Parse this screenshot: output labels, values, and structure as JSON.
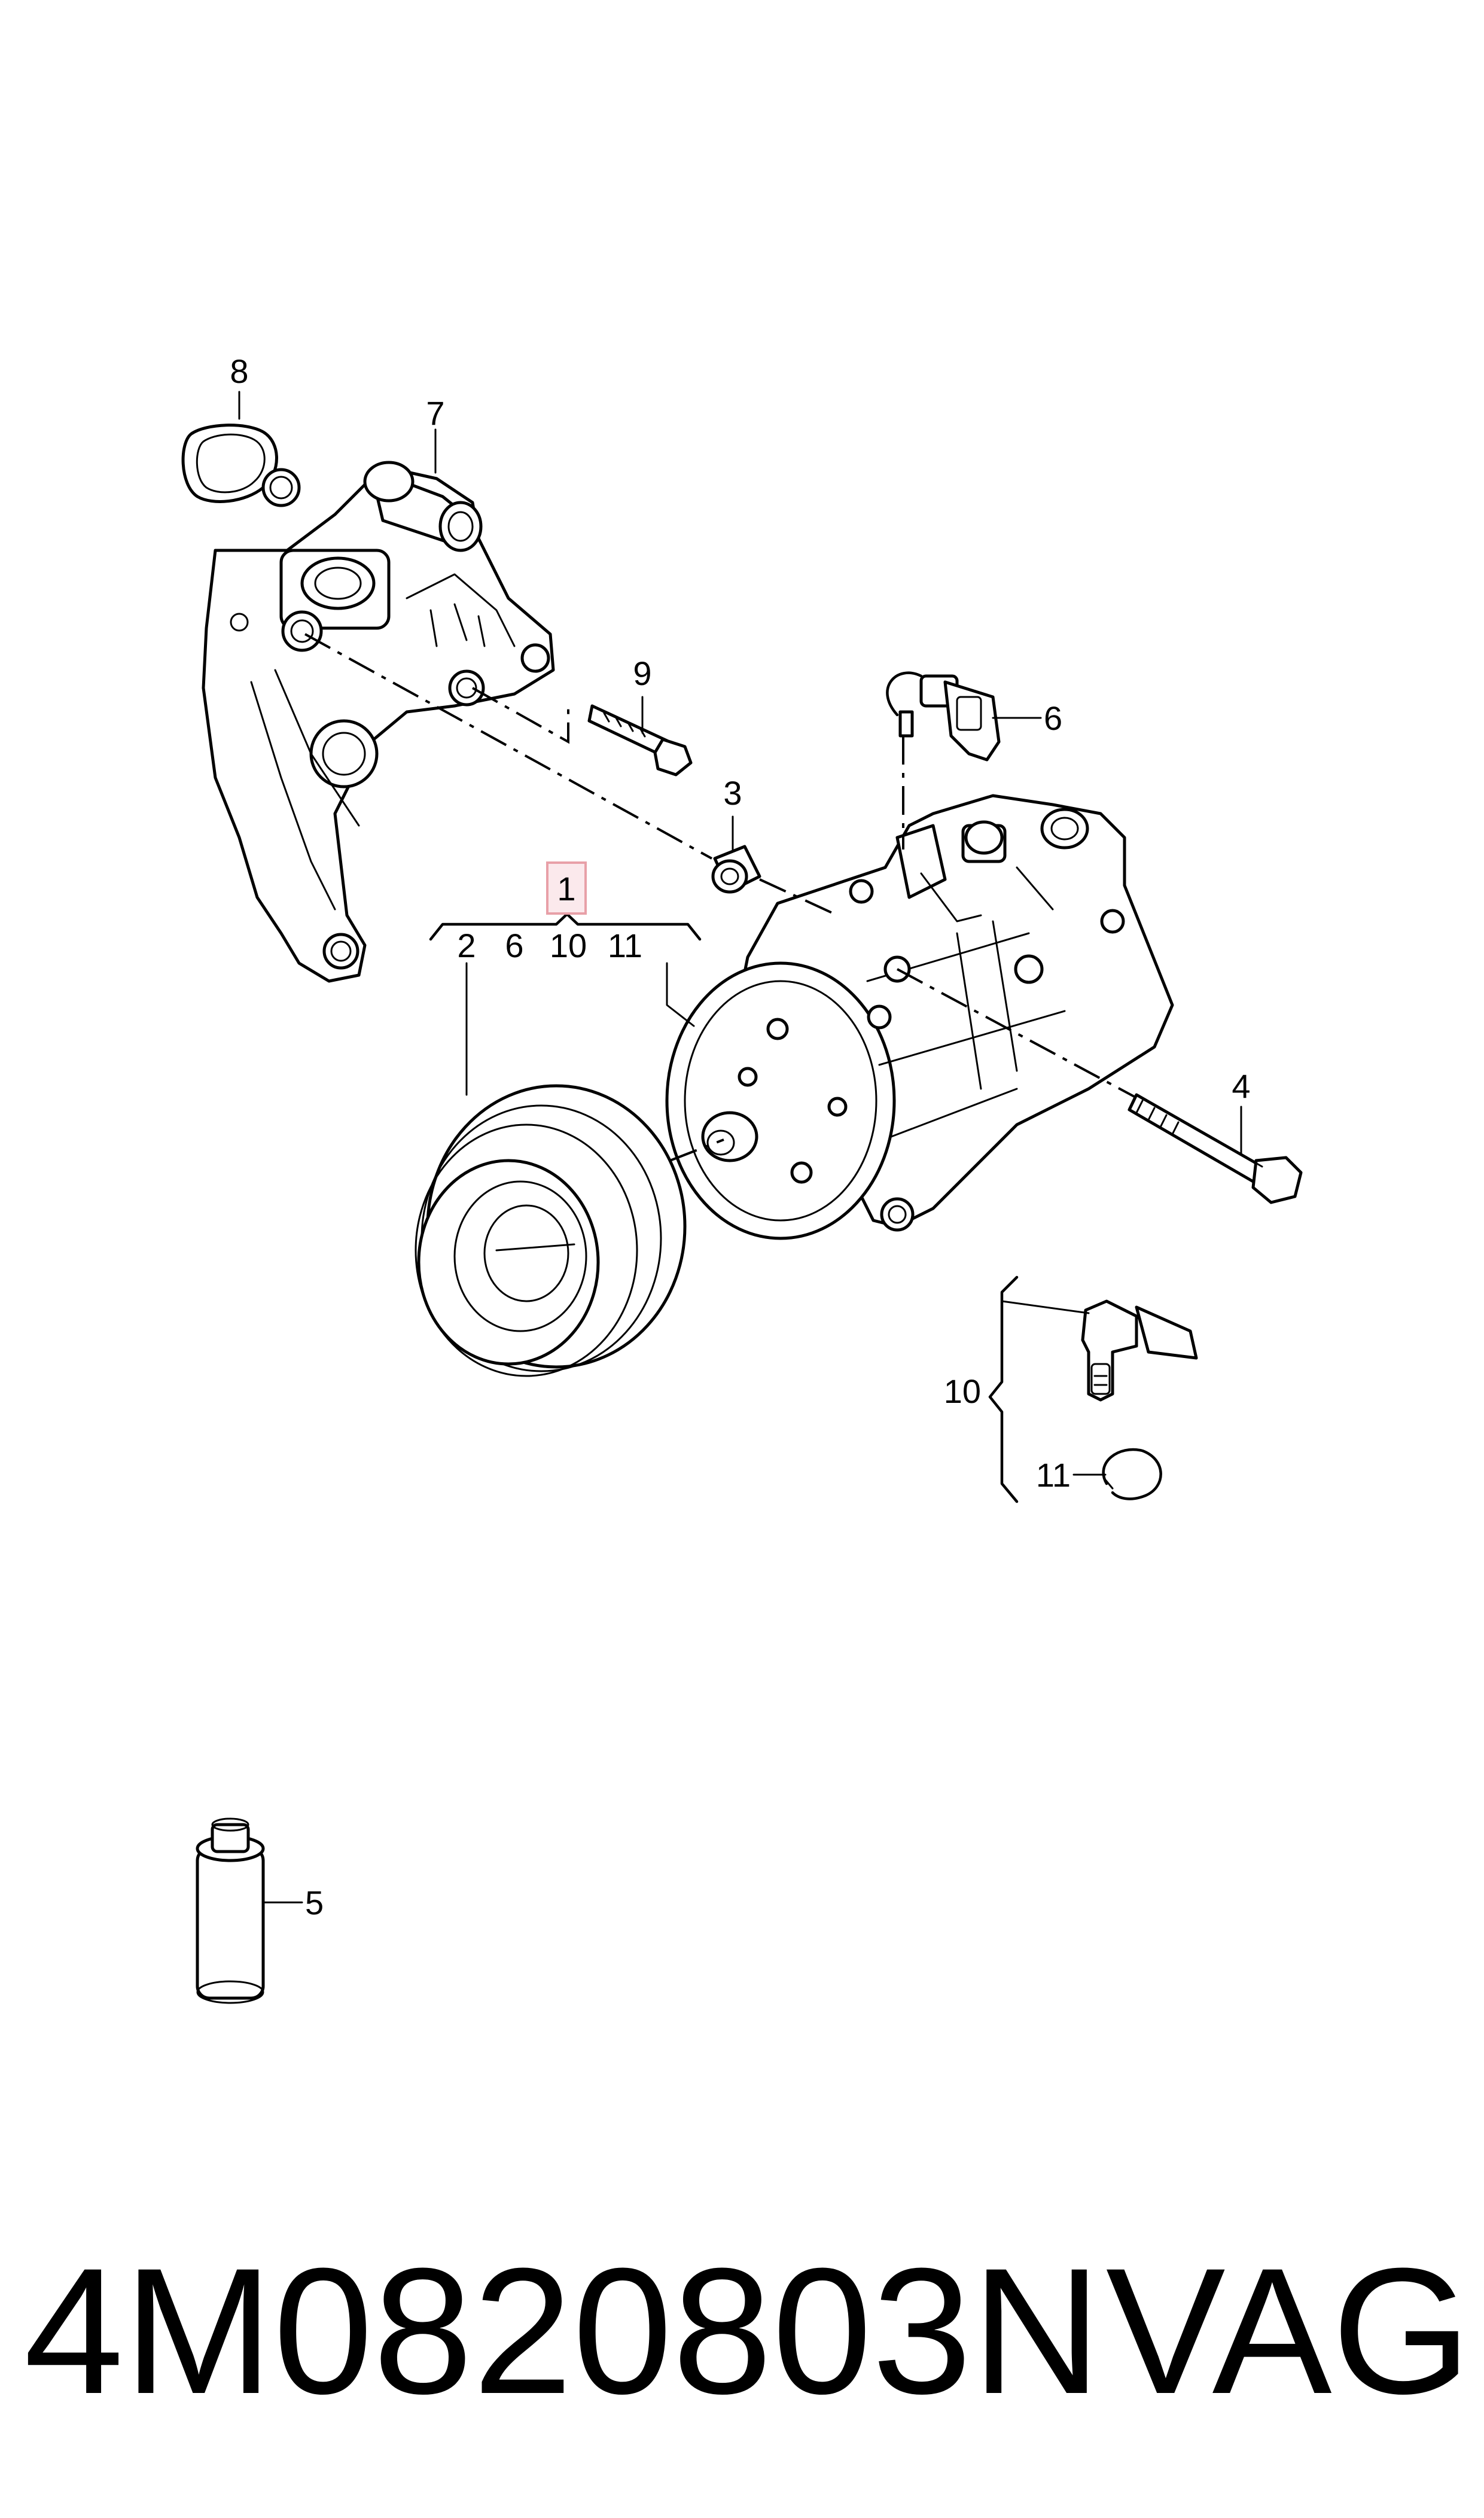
{
  "diagram": {
    "callouts": {
      "c1": "1",
      "c2": "2",
      "c3": "3",
      "c4": "4",
      "c5": "5",
      "c6": "6",
      "c7": "7",
      "c8": "8",
      "c9": "9",
      "c10": "10",
      "c11": "11"
    },
    "group_labels": [
      "2",
      "6",
      "10",
      "11"
    ],
    "highlight_color": "#e8a0a8"
  },
  "footer": {
    "part_number": "4M0820803N",
    "brand": "VAG"
  }
}
